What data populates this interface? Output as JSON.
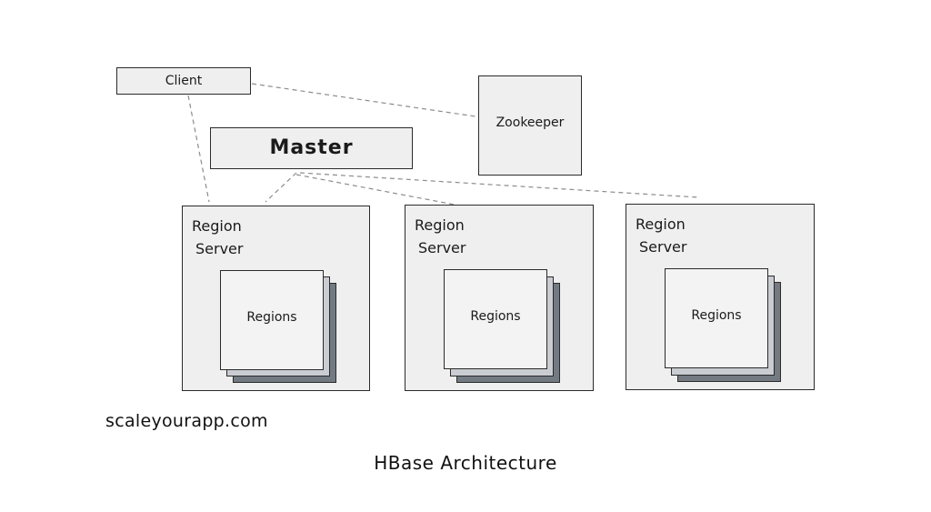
{
  "diagram": {
    "client": {
      "label": "Client"
    },
    "master": {
      "label": "Master"
    },
    "zookeeper": {
      "label": "Zookeeper"
    },
    "region_servers": [
      {
        "title_line1": "Region",
        "title_line2": "Server",
        "regions_label": "Regions"
      },
      {
        "title_line1": "Region",
        "title_line2": "Server",
        "regions_label": "Regions"
      },
      {
        "title_line1": "Region",
        "title_line2": "Server",
        "regions_label": "Regions"
      }
    ]
  },
  "watermark": "scaleyourapp.com",
  "caption": "HBase Architecture"
}
